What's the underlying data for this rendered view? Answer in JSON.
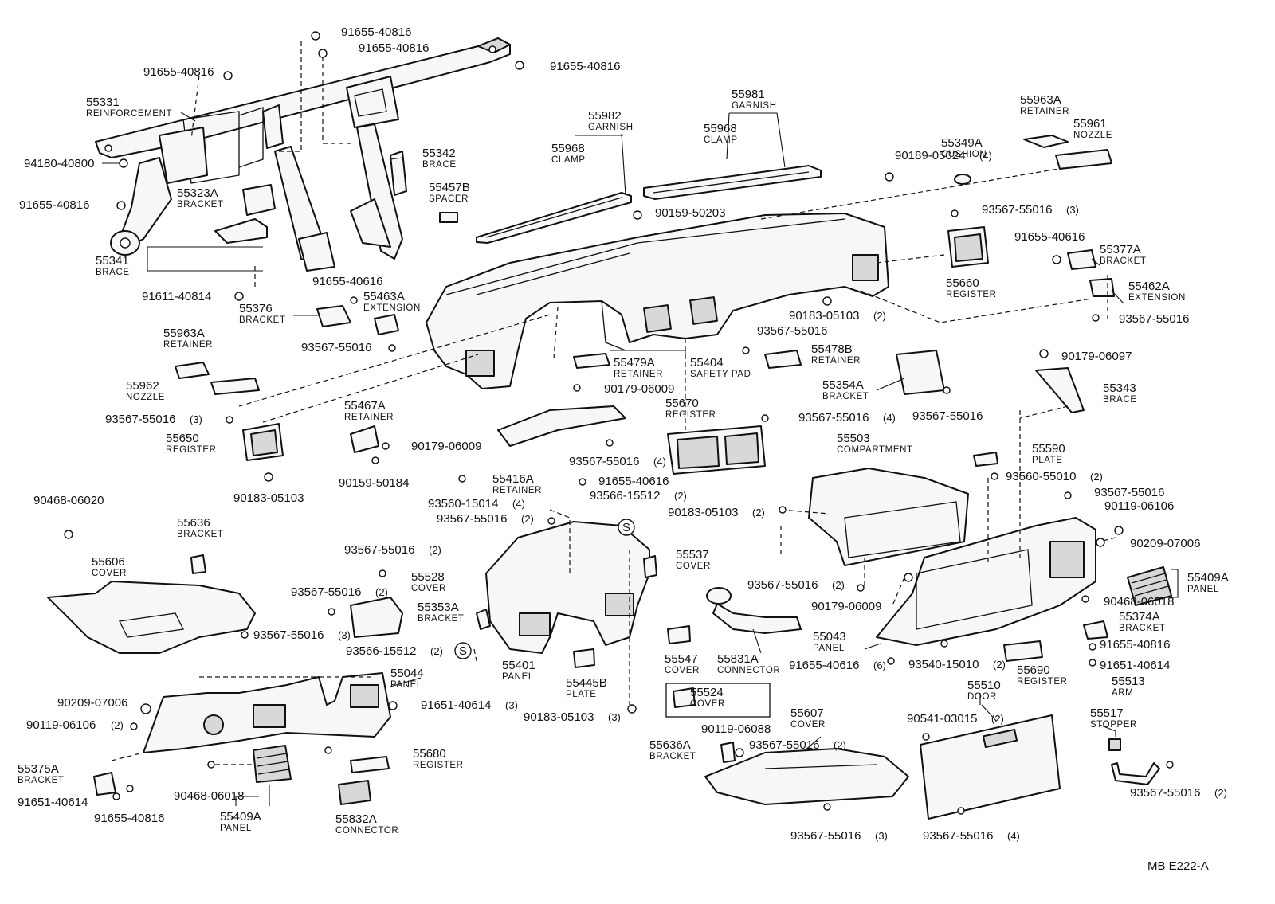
{
  "diagram": {
    "code": "MB  E222-A",
    "labels": [
      {
        "id": "l1",
        "pn": "91655-40816"
      },
      {
        "id": "l2",
        "pn": "91655-40816"
      },
      {
        "id": "l3",
        "pn": "91655-40816"
      },
      {
        "id": "l4",
        "pn": "91655-40816"
      },
      {
        "id": "l5",
        "pn": "55331",
        "name": "REINFORCEMENT"
      },
      {
        "id": "l6",
        "pn": "94180-40800"
      },
      {
        "id": "l7",
        "pn": "55342",
        "name": "BRACE"
      },
      {
        "id": "l8",
        "pn": "55982",
        "name": "GARNISH"
      },
      {
        "id": "l9",
        "pn": "55968",
        "name": "CLAMP"
      },
      {
        "id": "l10",
        "pn": "55981",
        "name": "GARNISH"
      },
      {
        "id": "l11",
        "pn": "55968",
        "name": "CLAMP"
      },
      {
        "id": "l12",
        "pn": "55963A",
        "name": "RETAINER"
      },
      {
        "id": "l13",
        "pn": "55961",
        "name": "NOZZLE"
      },
      {
        "id": "l14",
        "pn": "90189-05024",
        "qty": "(4)"
      },
      {
        "id": "l15",
        "pn": "55349A",
        "name": "CUSHION"
      },
      {
        "id": "l16",
        "pn": "91655-40816"
      },
      {
        "id": "l17",
        "pn": "55323A",
        "name": "BRACKET"
      },
      {
        "id": "l18",
        "pn": "55457B",
        "name": "SPACER"
      },
      {
        "id": "l19",
        "pn": "90159-50203"
      },
      {
        "id": "l20",
        "pn": "93567-55016",
        "qty": "(3)"
      },
      {
        "id": "l21",
        "pn": "55341",
        "name": "BRACE"
      },
      {
        "id": "l22",
        "pn": "91655-40616"
      },
      {
        "id": "l23",
        "pn": "91655-40616"
      },
      {
        "id": "l24",
        "pn": "55377A",
        "name": "BRACKET"
      },
      {
        "id": "l25",
        "pn": "55660",
        "name": "REGISTER"
      },
      {
        "id": "l26",
        "pn": "91611-40814"
      },
      {
        "id": "l27",
        "pn": "55463A",
        "name": "EXTENSION"
      },
      {
        "id": "l28",
        "pn": "55376",
        "name": "BRACKET"
      },
      {
        "id": "l29",
        "pn": "55462A",
        "name": "EXTENSION"
      },
      {
        "id": "l30",
        "pn": "90183-05103",
        "qty": "(2)"
      },
      {
        "id": "l31",
        "pn": "93567-55016"
      },
      {
        "id": "l32",
        "pn": "55963A",
        "name": "RETAINER"
      },
      {
        "id": "l33",
        "pn": "93567-55016"
      },
      {
        "id": "l34",
        "pn": "93567-55016"
      },
      {
        "id": "l35",
        "pn": "55478B",
        "name": "RETAINER"
      },
      {
        "id": "l36",
        "pn": "55479A",
        "name": "RETAINER"
      },
      {
        "id": "l37",
        "pn": "55404",
        "name": "SAFETY PAD"
      },
      {
        "id": "l38",
        "pn": "90179-06097"
      },
      {
        "id": "l39",
        "pn": "55962",
        "name": "NOZZLE"
      },
      {
        "id": "l40",
        "pn": "90179-06009"
      },
      {
        "id": "l41",
        "pn": "55354A",
        "name": "BRACKET"
      },
      {
        "id": "l42",
        "pn": "55343",
        "name": "BRACE"
      },
      {
        "id": "l43",
        "pn": "55467A",
        "name": "RETAINER"
      },
      {
        "id": "l44",
        "pn": "55670",
        "name": "REGISTER"
      },
      {
        "id": "l45",
        "pn": "93567-55016"
      },
      {
        "id": "l46",
        "pn": "93567-55016",
        "qty": "(3)"
      },
      {
        "id": "l47",
        "pn": "93567-55016",
        "qty": "(4)"
      },
      {
        "id": "l48",
        "pn": "55650",
        "name": "REGISTER"
      },
      {
        "id": "l49",
        "pn": "90179-06009"
      },
      {
        "id": "l50",
        "pn": "55503",
        "name": "COMPARTMENT"
      },
      {
        "id": "l51",
        "pn": "55590",
        "name": "PLATE"
      },
      {
        "id": "l52",
        "pn": "93567-55016",
        "qty": "(4)"
      },
      {
        "id": "l53",
        "pn": "93560-55010",
        "qty": "(2)"
      },
      {
        "id": "l54",
        "pn": "90159-50184"
      },
      {
        "id": "l55",
        "pn": "55416A",
        "name": "RETAINER"
      },
      {
        "id": "l56",
        "pn": "91655-40616"
      },
      {
        "id": "l57",
        "pn": "90183-05103"
      },
      {
        "id": "l58",
        "pn": "93567-55016"
      },
      {
        "id": "l59",
        "pn": "93560-15014",
        "qty": "(4)"
      },
      {
        "id": "l60",
        "pn": "93566-15512",
        "qty": "(2)"
      },
      {
        "id": "l61",
        "pn": "90468-06020"
      },
      {
        "id": "l62",
        "pn": "90119-06106"
      },
      {
        "id": "l63",
        "pn": "90183-05103",
        "qty": "(2)"
      },
      {
        "id": "l64",
        "pn": "93567-55016",
        "qty": "(2)"
      },
      {
        "id": "l65",
        "pn": "55636",
        "name": "BRACKET"
      },
      {
        "id": "l66",
        "pn": "90209-07006"
      },
      {
        "id": "l67",
        "pn": "55537",
        "name": "COVER"
      },
      {
        "id": "l68",
        "pn": "55606",
        "name": "COVER"
      },
      {
        "id": "l69",
        "pn": "93567-55016",
        "qty": "(2)"
      },
      {
        "id": "l70",
        "pn": "55528",
        "name": "COVER"
      },
      {
        "id": "l71",
        "pn": "55409A",
        "name": "PANEL"
      },
      {
        "id": "l72",
        "pn": "93567-55016",
        "qty": "(2)"
      },
      {
        "id": "l73",
        "pn": "55353A",
        "name": "BRACKET"
      },
      {
        "id": "l74",
        "pn": "93567-55016",
        "qty": "(2)"
      },
      {
        "id": "l75",
        "pn": "90468-06018"
      },
      {
        "id": "l76",
        "pn": "90179-06009"
      },
      {
        "id": "l77",
        "pn": "55374A",
        "name": "BRACKET"
      },
      {
        "id": "l78",
        "pn": "93567-55016",
        "qty": "(3)"
      },
      {
        "id": "l79",
        "pn": "55043",
        "name": "PANEL"
      },
      {
        "id": "l80",
        "pn": "91655-40816"
      },
      {
        "id": "l81",
        "pn": "93566-15512",
        "qty": "(2)"
      },
      {
        "id": "l82",
        "pn": "55401",
        "name": "PANEL"
      },
      {
        "id": "l83",
        "pn": "55547",
        "name": "COVER"
      },
      {
        "id": "l84",
        "pn": "55831A",
        "name": "CONNECTOR"
      },
      {
        "id": "l85",
        "pn": "91655-40616",
        "qty": "(6)"
      },
      {
        "id": "l86",
        "pn": "93540-15010",
        "qty": "(2)"
      },
      {
        "id": "l87",
        "pn": "55690",
        "name": "REGISTER"
      },
      {
        "id": "l88",
        "pn": "91651-40614"
      },
      {
        "id": "l89",
        "pn": "55044",
        "name": "PANEL"
      },
      {
        "id": "l90",
        "pn": "55445B",
        "name": "PLATE"
      },
      {
        "id": "l91",
        "pn": "55524",
        "name": "COVER"
      },
      {
        "id": "l92",
        "pn": "55510",
        "name": "DOOR"
      },
      {
        "id": "l93",
        "pn": "55513",
        "name": "ARM"
      },
      {
        "id": "l94",
        "pn": "90209-07006"
      },
      {
        "id": "l95",
        "pn": "91651-40614",
        "qty": "(3)"
      },
      {
        "id": "l96",
        "pn": "90119-06106",
        "qty": "(2)"
      },
      {
        "id": "l97",
        "pn": "90183-05103",
        "qty": "(3)"
      },
      {
        "id": "l98",
        "pn": "90541-03015",
        "qty": "(2)"
      },
      {
        "id": "l99",
        "pn": "55517",
        "name": "STOPPER"
      },
      {
        "id": "l100",
        "pn": "93567-55016",
        "qty": "(2)"
      },
      {
        "id": "l101",
        "pn": "90119-06088"
      },
      {
        "id": "l102",
        "pn": "55607",
        "name": "COVER"
      },
      {
        "id": "l103",
        "pn": "55680",
        "name": "REGISTER"
      },
      {
        "id": "l104",
        "pn": "55375A",
        "name": "BRACKET"
      },
      {
        "id": "l105",
        "pn": "55636A",
        "name": "BRACKET"
      },
      {
        "id": "l106",
        "pn": "90468-06018"
      },
      {
        "id": "l107",
        "pn": "91651-40614"
      },
      {
        "id": "l108",
        "pn": "91655-40816"
      },
      {
        "id": "l109",
        "pn": "55409A",
        "name": "PANEL"
      },
      {
        "id": "l110",
        "pn": "55832A",
        "name": "CONNECTOR"
      },
      {
        "id": "l111",
        "pn": "93567-55016",
        "qty": "(3)"
      },
      {
        "id": "l112",
        "pn": "93567-55016",
        "qty": "(4)"
      },
      {
        "id": "l113",
        "pn": "93567-55016",
        "qty": "(2)"
      }
    ],
    "markers": [
      {
        "id": "s1",
        "text": "S"
      },
      {
        "id": "s2",
        "text": "S"
      }
    ]
  }
}
